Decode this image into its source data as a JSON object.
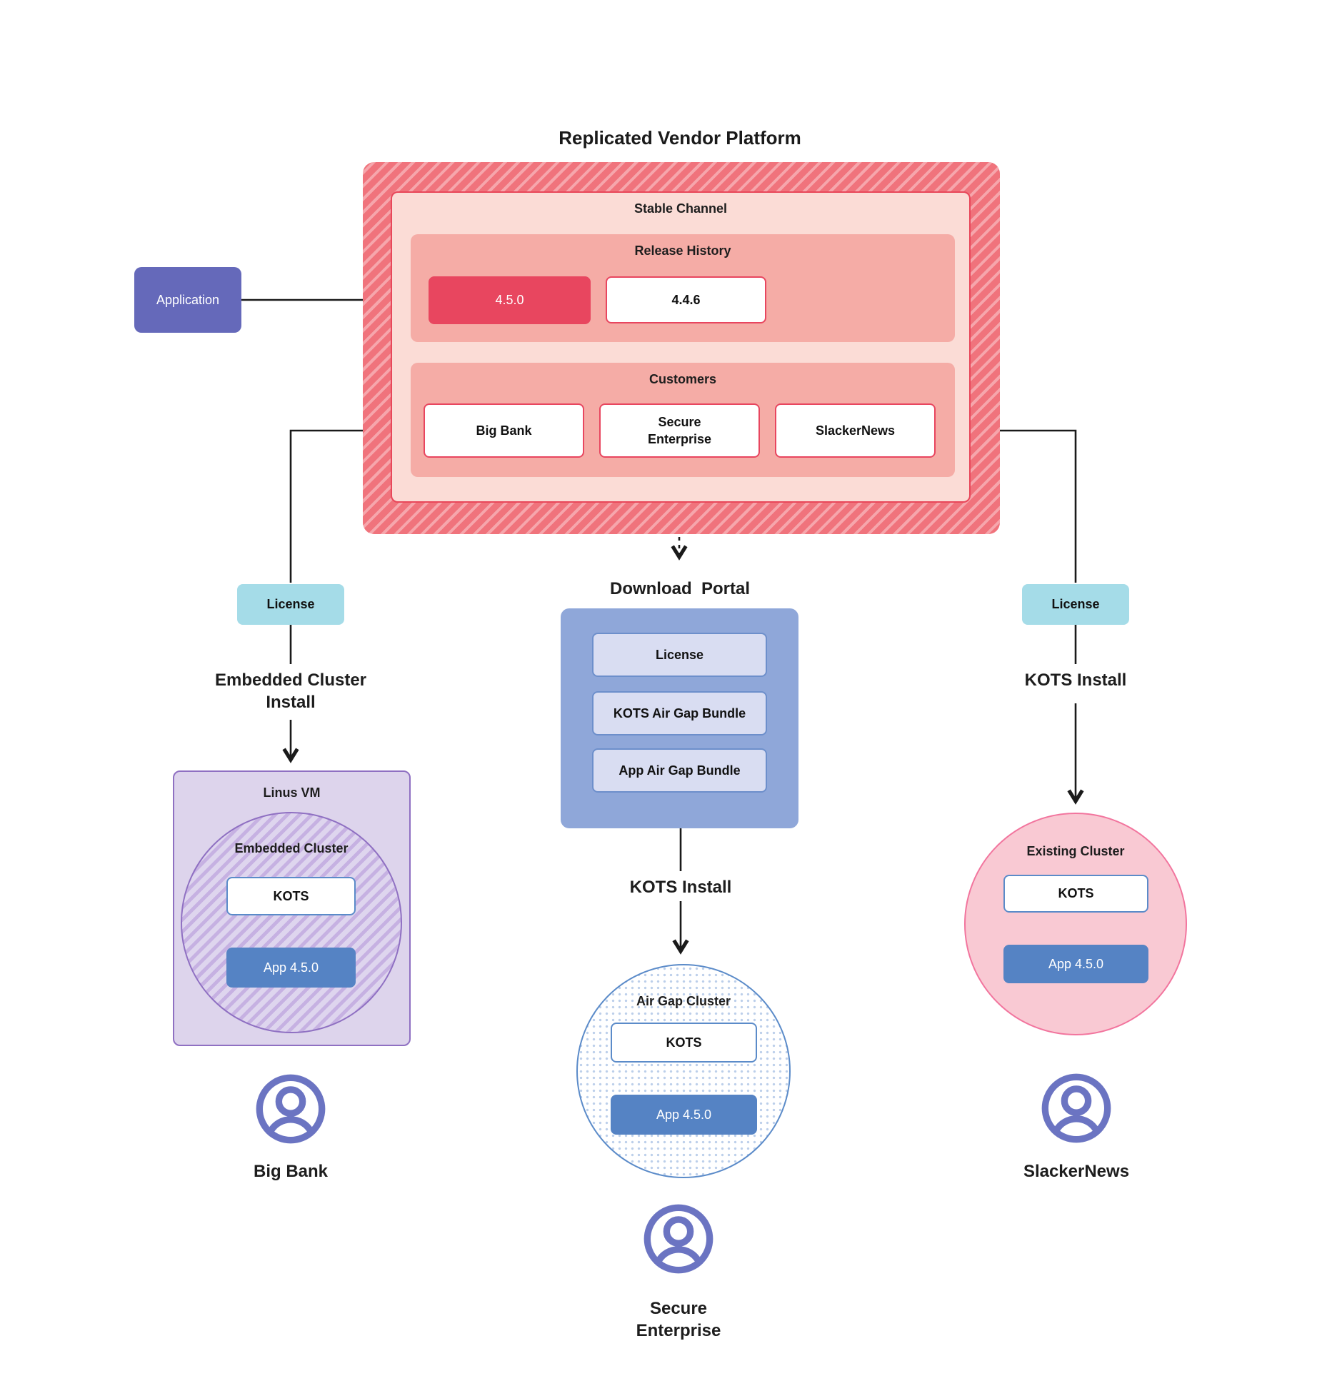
{
  "title": "Replicated Vendor Platform",
  "platform": {
    "stable_channel": "Stable Channel",
    "release_history": "Release History",
    "releases": [
      "4.5.0",
      "4.4.6"
    ],
    "customers_label": "Customers",
    "customers": [
      "Big Bank",
      "Secure Enterprise",
      "SlackerNews"
    ]
  },
  "application": "Application",
  "left_flow": {
    "license": "License",
    "install_line1": "Embedded Cluster",
    "install_line2": "Install",
    "vm_label": "Linus VM",
    "cluster_label": "Embedded Cluster",
    "kots": "KOTS",
    "app": "App 4.5.0",
    "customer": "Big Bank"
  },
  "center_flow": {
    "portal_title": "Download  Portal",
    "portal_items": [
      "License",
      "KOTS Air Gap Bundle",
      "App Air Gap Bundle"
    ],
    "install": "KOTS Install",
    "cluster_label": "Air Gap Cluster",
    "kots": "KOTS",
    "app": "App 4.5.0",
    "customer_line1": "Secure",
    "customer_line2": "Enterprise"
  },
  "right_flow": {
    "license": "License",
    "install": "KOTS Install",
    "cluster_label": "Existing Cluster",
    "kots": "KOTS",
    "app": "App 4.5.0",
    "customer": "SlackerNews"
  },
  "colors": {
    "hatch_red": "#f0737c",
    "hatch_red_light": "#f6a6ac",
    "stable_fill": "#fbdcd6",
    "red_border": "#e8475a",
    "salmon": "#f5aca6",
    "current_release": "#e8465f",
    "application_purple": "#6569ba",
    "license_cyan": "#a5dce8",
    "portal_blue": "#8fa7d9",
    "portal_item_fill": "#d9ddf2",
    "app_node_blue": "#5583c4",
    "kots_border_blue": "#5b8bc9",
    "vm_purple_fill": "#ddd4ec",
    "vm_purple_border": "#8f70c2",
    "pink_circle_fill": "#f9c9d3",
    "pink_circle_border": "#f2759e",
    "user_icon_purple": "#6b74c2",
    "line_black": "#1a1a1a"
  }
}
